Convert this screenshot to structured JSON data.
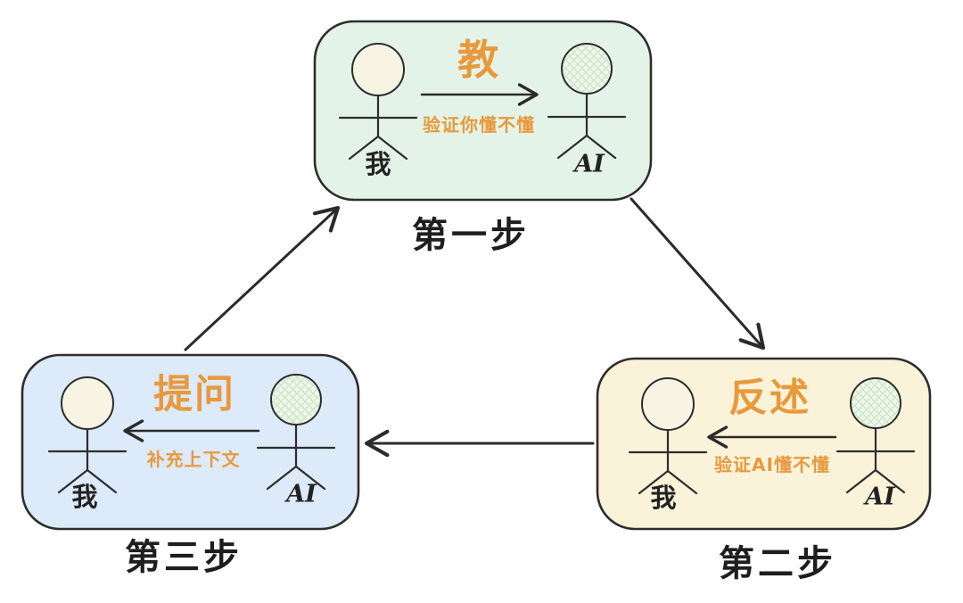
{
  "canvas": {
    "background": "#ffffff"
  },
  "colors": {
    "accent_orange": "#e8993c",
    "outline_dark": "#2d2d2d",
    "step1_box_fill": "#e4f3e7",
    "step2_box_fill": "#faf3da",
    "step3_box_fill": "#dcебf9",
    "step3_box_fill_fixed": "#dceaf9",
    "me_head_fill": "#f7f4e4",
    "ai_head_fill": "#eef6e9",
    "ai_head_hatch": "#c6e3c2"
  },
  "actors": {
    "me": "我",
    "ai": "AI"
  },
  "steps": [
    {
      "id": "step-1",
      "title": "教",
      "caption": "验证你懂不懂",
      "left_actor": "我",
      "right_actor": "AI",
      "arrow_direction": "left-to-right",
      "step_label": "第一步"
    },
    {
      "id": "step-2",
      "title": "反述",
      "caption": "验证AI懂不懂",
      "left_actor": "我",
      "right_actor": "AI",
      "arrow_direction": "right-to-left",
      "step_label": "第二步"
    },
    {
      "id": "step-3",
      "title": "提问",
      "caption": "补充上下文",
      "left_actor": "我",
      "right_actor": "AI",
      "arrow_direction": "right-to-left",
      "step_label": "第三步"
    }
  ],
  "flow": [
    {
      "from": "step-1",
      "to": "step-2"
    },
    {
      "from": "step-2",
      "to": "step-3"
    },
    {
      "from": "step-3",
      "to": "step-1"
    }
  ]
}
